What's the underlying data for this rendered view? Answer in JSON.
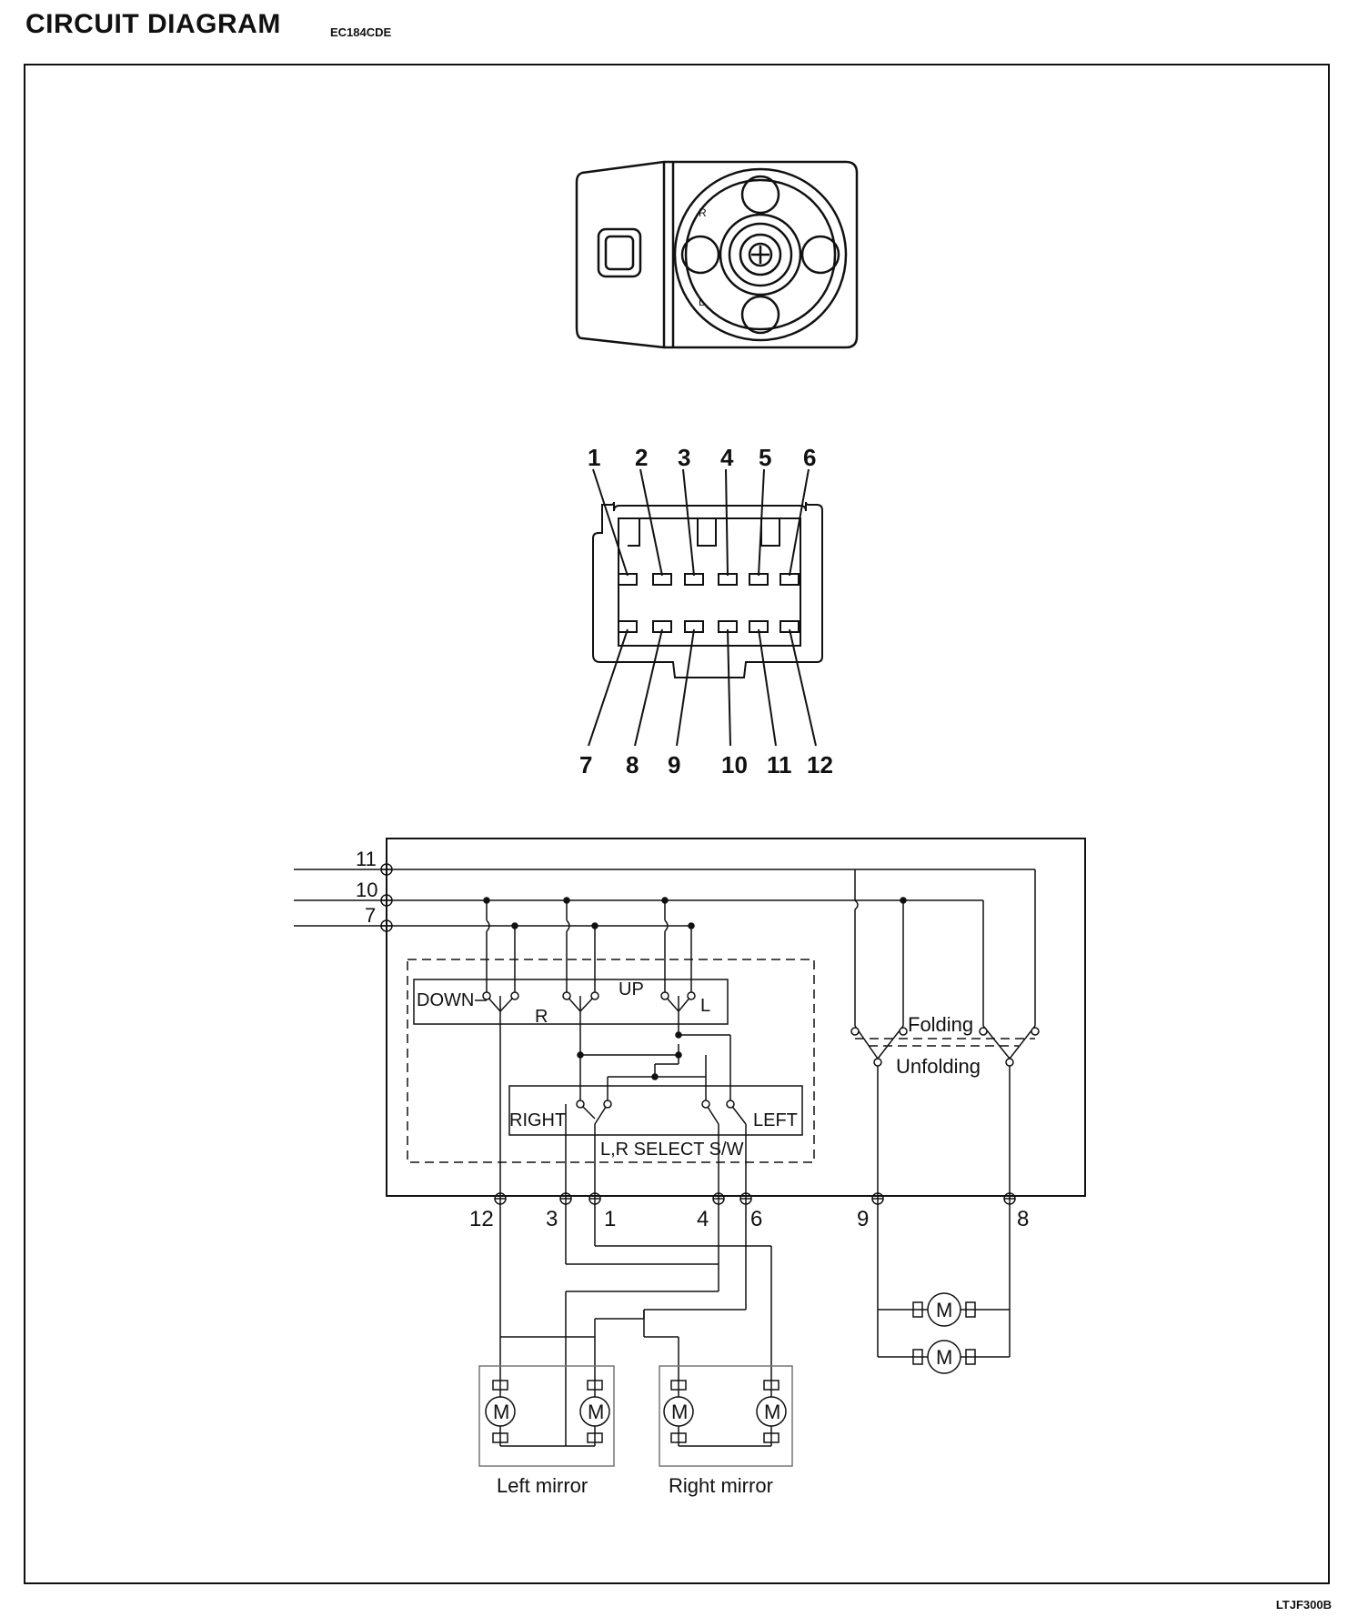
{
  "header": {
    "title": "CIRCUIT DIAGRAM",
    "code": "EC184CDE"
  },
  "figure_ref": "LTJF300B",
  "switch_face": {
    "marks": [
      "R",
      "L"
    ]
  },
  "connector": {
    "top_pins": [
      "1",
      "2",
      "3",
      "4",
      "5",
      "6"
    ],
    "bottom_pins": [
      "7",
      "8",
      "9",
      "10",
      "11",
      "12"
    ]
  },
  "circuit": {
    "left_terminals": [
      "11",
      "10",
      "7"
    ],
    "bottom_terminals": [
      "12",
      "3",
      "1",
      "4",
      "6",
      "9",
      "8"
    ],
    "switch_labels": {
      "down": "DOWN",
      "up": "UP",
      "r": "R",
      "l": "L",
      "right": "RIGHT",
      "left": "LEFT",
      "select": "L,R SELECT S/W",
      "folding": "Folding",
      "unfolding": "Unfolding"
    },
    "motor_label": "M",
    "left_mirror": "Left mirror",
    "right_mirror": "Right mirror"
  }
}
